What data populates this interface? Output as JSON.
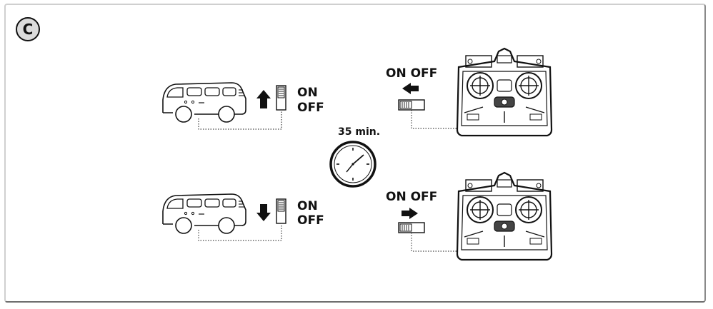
{
  "panel": {
    "badge_letter": "C"
  },
  "vehicle_switches": {
    "top": {
      "on_label": "ON",
      "off_label": "OFF",
      "arrow": "up-arrow-icon"
    },
    "bottom": {
      "on_label": "ON",
      "off_label": "OFF",
      "arrow": "down-arrow-icon"
    }
  },
  "timer": {
    "label": "35 min.",
    "icon": "clock-icon"
  },
  "controller_switches": {
    "top": {
      "header": "ON OFF",
      "arrow": "left-arrow-icon"
    },
    "bottom": {
      "header": "ON OFF",
      "arrow": "right-arrow-icon"
    }
  },
  "colors": {
    "ink": "#111111",
    "frame": "#8a8a8a",
    "badge_fill": "#dcdcdc"
  }
}
